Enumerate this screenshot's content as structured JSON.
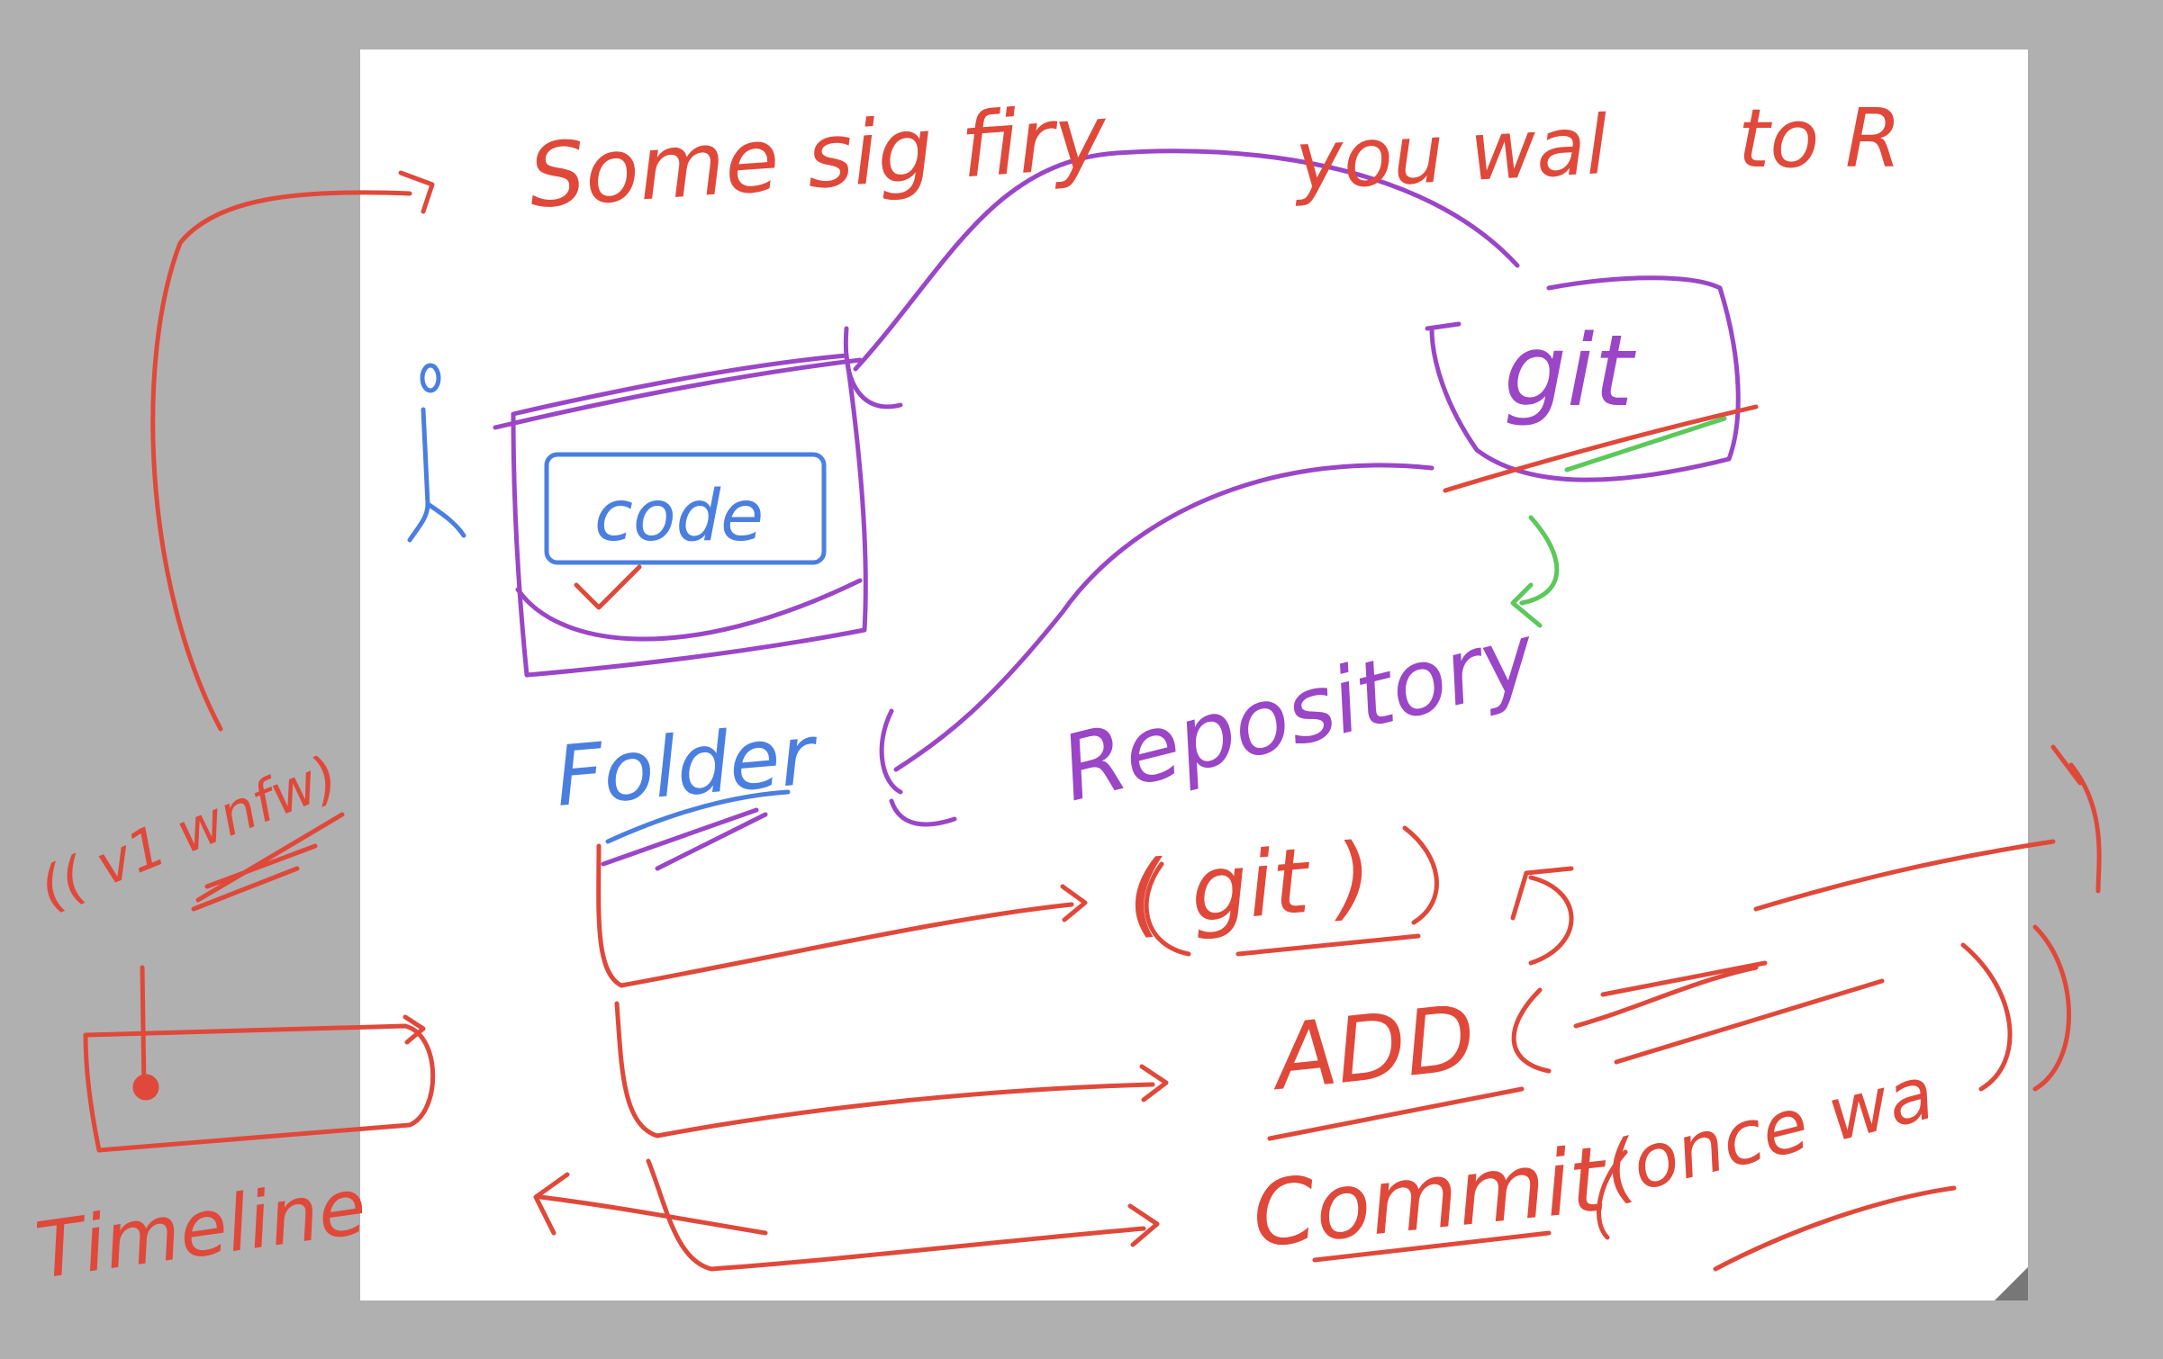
{
  "colors": {
    "background": "#b0b0b0",
    "canvas": "#ffffff",
    "red": "#e0483a",
    "purple": "#9b45c7",
    "blue": "#4a7fe0",
    "green": "#5cc85a",
    "corner": "#777777"
  },
  "labels": {
    "top_line_1": "Some sig firy",
    "top_line_2": "you wal",
    "top_line_3": "to R",
    "git_box": "git",
    "code_box": "code",
    "folder": "Folder",
    "repository": "Repository",
    "git_paren": "( git )",
    "add": "ADD",
    "commit": "Commit",
    "commit_note": "(once wa",
    "left_note": "(( v1 wnfw)",
    "timeline": "Timeline"
  }
}
